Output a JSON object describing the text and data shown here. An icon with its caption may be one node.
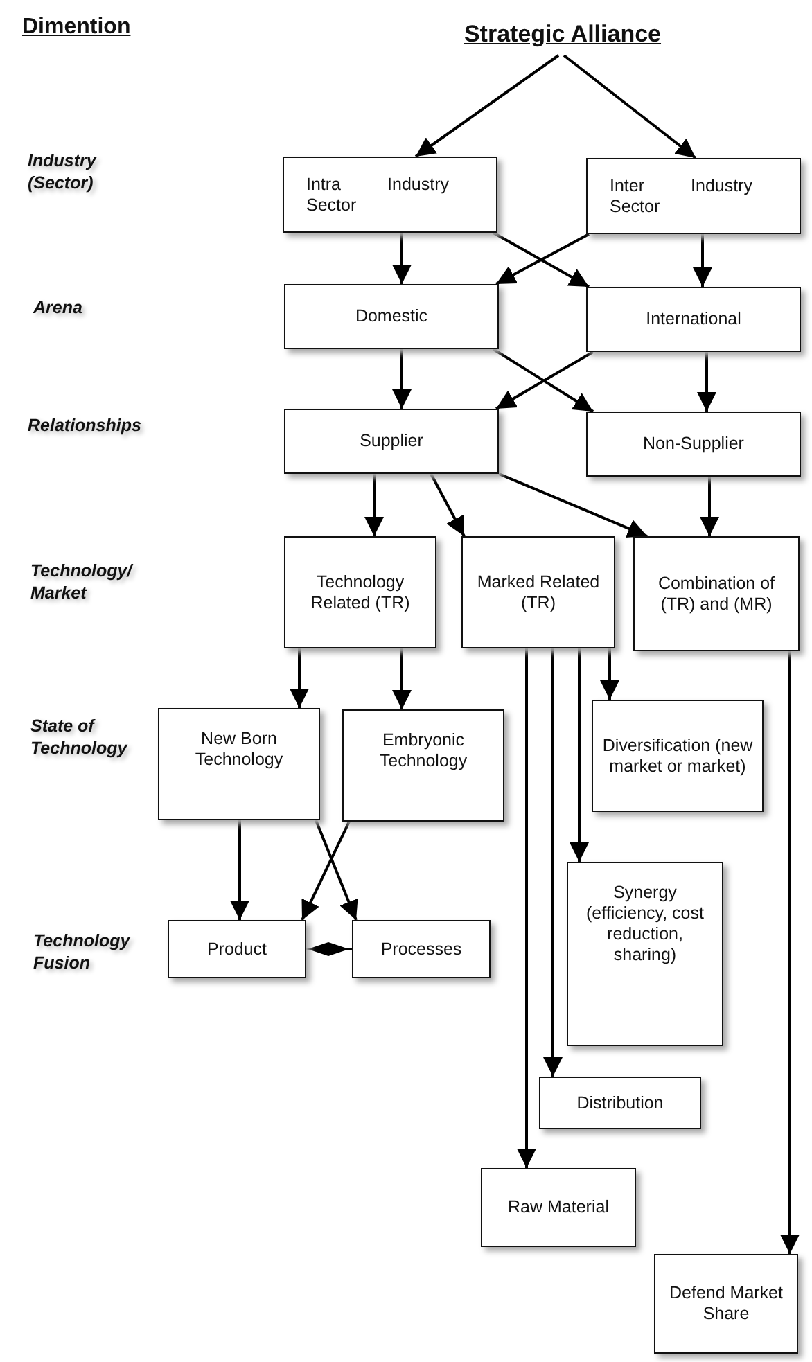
{
  "diagram": {
    "nodes": [
      {
        "text": [
          "Strategic Alliance"
        ]
      },
      {
        "text": [
          "Intra Industry Sector"
        ]
      },
      {
        "text": [
          "Inter Industry Sector"
        ]
      },
      {
        "text": [
          "Domestic"
        ]
      },
      {
        "text": [
          "International"
        ]
      },
      {
        "text": [
          "Supplier"
        ]
      },
      {
        "text": [
          "Non-Supplier"
        ]
      },
      {
        "text": [
          "Technology Related (TR)"
        ]
      },
      {
        "text": [
          "Marked Related (TR)"
        ]
      },
      {
        "text": [
          "Combination of (TR) and (MR)"
        ]
      },
      {
        "text": [
          "New Born Technology"
        ]
      },
      {
        "text": [
          "Embryonic Technology"
        ]
      },
      {
        "text": [
          "Diversification (new market or market)"
        ]
      },
      {
        "text": [
          "Product"
        ]
      },
      {
        "text": [
          "Processes"
        ]
      },
      {
        "text": [
          "Synergy (efficiency, cost reduction, sharing)"
        ]
      },
      {
        "text": [
          "Distribution"
        ]
      },
      {
        "text": [
          "Raw Material"
        ]
      },
      {
        "text": [
          "Defend Market Share"
        ]
      }
    ],
    "edges": [
      {
        "from": 0,
        "to": 1,
        "arrow": "to"
      },
      {
        "from": 0,
        "to": 2,
        "arrow": "to"
      },
      {
        "from": 1,
        "to": 3,
        "arrow": "to"
      },
      {
        "from": 1,
        "to": 4,
        "arrow": "to"
      },
      {
        "from": 2,
        "to": 3,
        "arrow": "to"
      },
      {
        "from": 2,
        "to": 4,
        "arrow": "to"
      },
      {
        "from": 3,
        "to": 5,
        "arrow": "to"
      },
      {
        "from": 3,
        "to": 6,
        "arrow": "to"
      },
      {
        "from": 4,
        "to": 5,
        "arrow": "to"
      },
      {
        "from": 4,
        "to": 6,
        "arrow": "to"
      },
      {
        "from": 5,
        "to": 7,
        "arrow": "to"
      },
      {
        "from": 5,
        "to": 8,
        "arrow": "to"
      },
      {
        "from": 5,
        "to": 9,
        "arrow": "to"
      },
      {
        "from": 6,
        "to": 9,
        "arrow": "to"
      },
      {
        "from": 7,
        "to": 10,
        "arrow": "to"
      },
      {
        "from": 7,
        "to": 11,
        "arrow": "to"
      },
      {
        "from": 8,
        "to": 12,
        "arrow": "to"
      },
      {
        "from": 8,
        "to": 15,
        "arrow": "to"
      },
      {
        "from": 8,
        "to": 16,
        "arrow": "to"
      },
      {
        "from": 8,
        "to": 17,
        "arrow": "to"
      },
      {
        "from": 9,
        "to": 18,
        "arrow": "to"
      },
      {
        "from": 10,
        "to": 13,
        "arrow": "to"
      },
      {
        "from": 10,
        "to": 14,
        "arrow": "to"
      },
      {
        "from": 11,
        "to": 13,
        "arrow": "to"
      },
      {
        "from": 13,
        "to": 14,
        "arrow": "other"
      }
    ],
    "labels": [
      "Dimention",
      "Industry (Sector)",
      "Arena",
      "Relationships",
      "Technology/ Market",
      "State of Technology",
      "Technology Fusion"
    ]
  }
}
